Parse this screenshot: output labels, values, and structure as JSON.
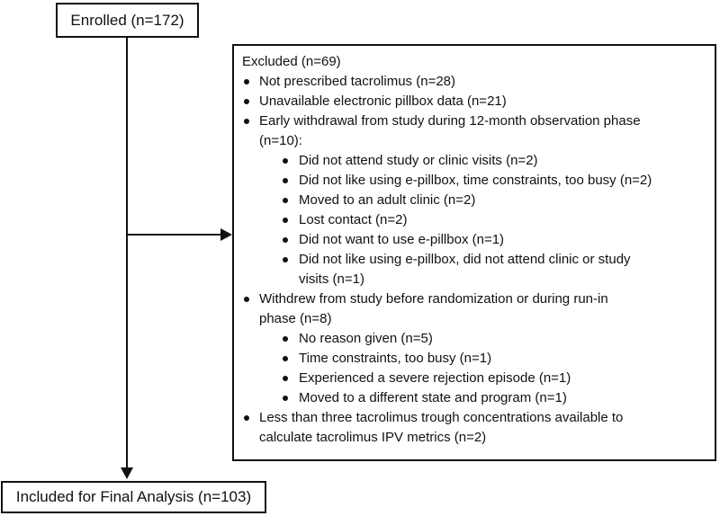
{
  "diagram": {
    "enrolled_box": {
      "label": "Enrolled (n=172)"
    },
    "included_box": {
      "label": "Included for Final Analysis (n=103)"
    },
    "excluded_box": {
      "title": "Excluded (n=69)",
      "items": [
        {
          "level": 1,
          "text": "Not prescribed tacrolimus (n=28)"
        },
        {
          "level": 1,
          "text": "Unavailable electronic pillbox data (n=21)"
        },
        {
          "level": 1,
          "text": "Early withdrawal from study during 12-month observation phase\n(n=10):"
        },
        {
          "level": 2,
          "text": "Did not attend study or clinic visits (n=2)"
        },
        {
          "level": 2,
          "text": "Did not like using e-pillbox, time constraints, too busy (n=2)"
        },
        {
          "level": 2,
          "text": "Moved to an adult clinic (n=2)"
        },
        {
          "level": 2,
          "text": "Lost contact (n=2)"
        },
        {
          "level": 2,
          "text": "Did not want to use e-pillbox (n=1)"
        },
        {
          "level": 2,
          "text": "Did not like using e-pillbox, did not attend clinic or study\nvisits (n=1)"
        },
        {
          "level": 1,
          "text": "Withdrew from study before randomization or during run-in\nphase (n=8)"
        },
        {
          "level": 2,
          "text": "No reason given (n=5)"
        },
        {
          "level": 2,
          "text": "Time constraints, too busy (n=1)"
        },
        {
          "level": 2,
          "text": "Experienced a severe rejection episode (n=1)"
        },
        {
          "level": 2,
          "text": "Moved to a different state and program (n=1)"
        },
        {
          "level": 1,
          "text": "Less than three tacrolimus trough concentrations available to\ncalculate tacrolimus IPV metrics (n=2)"
        }
      ]
    },
    "colors": {
      "line": "#111111",
      "background": "#ffffff",
      "text": "#111111"
    }
  }
}
